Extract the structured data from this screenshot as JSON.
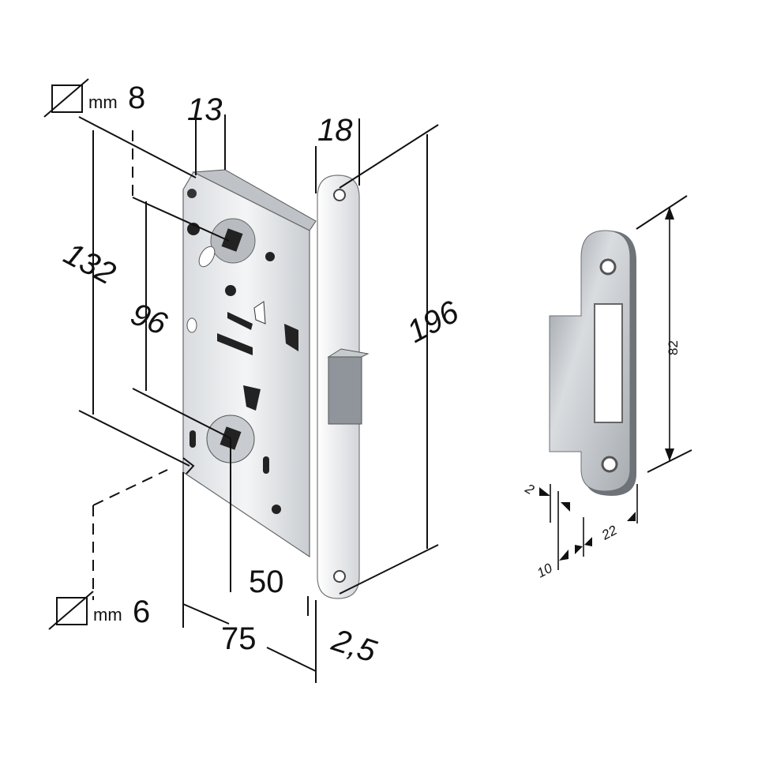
{
  "lock": {
    "spindle_diameter": {
      "unit": "mm",
      "value": "8"
    },
    "key_diameter": {
      "unit": "mm",
      "value": "6"
    },
    "dims": {
      "case_thickness": "13",
      "faceplate_width": "18",
      "case_height": "132",
      "center_distance": "96",
      "faceplate_height": "196",
      "backset": "50",
      "case_depth": "75",
      "faceplate_thickness": "2,5"
    }
  },
  "strike_plate": {
    "dims": {
      "height": "82",
      "thickness": "2",
      "offset": "10",
      "width": "22"
    }
  },
  "colors": {
    "metal_light": "#e6e8eb",
    "metal_dark": "#9aa0a6",
    "line": "#111111"
  }
}
